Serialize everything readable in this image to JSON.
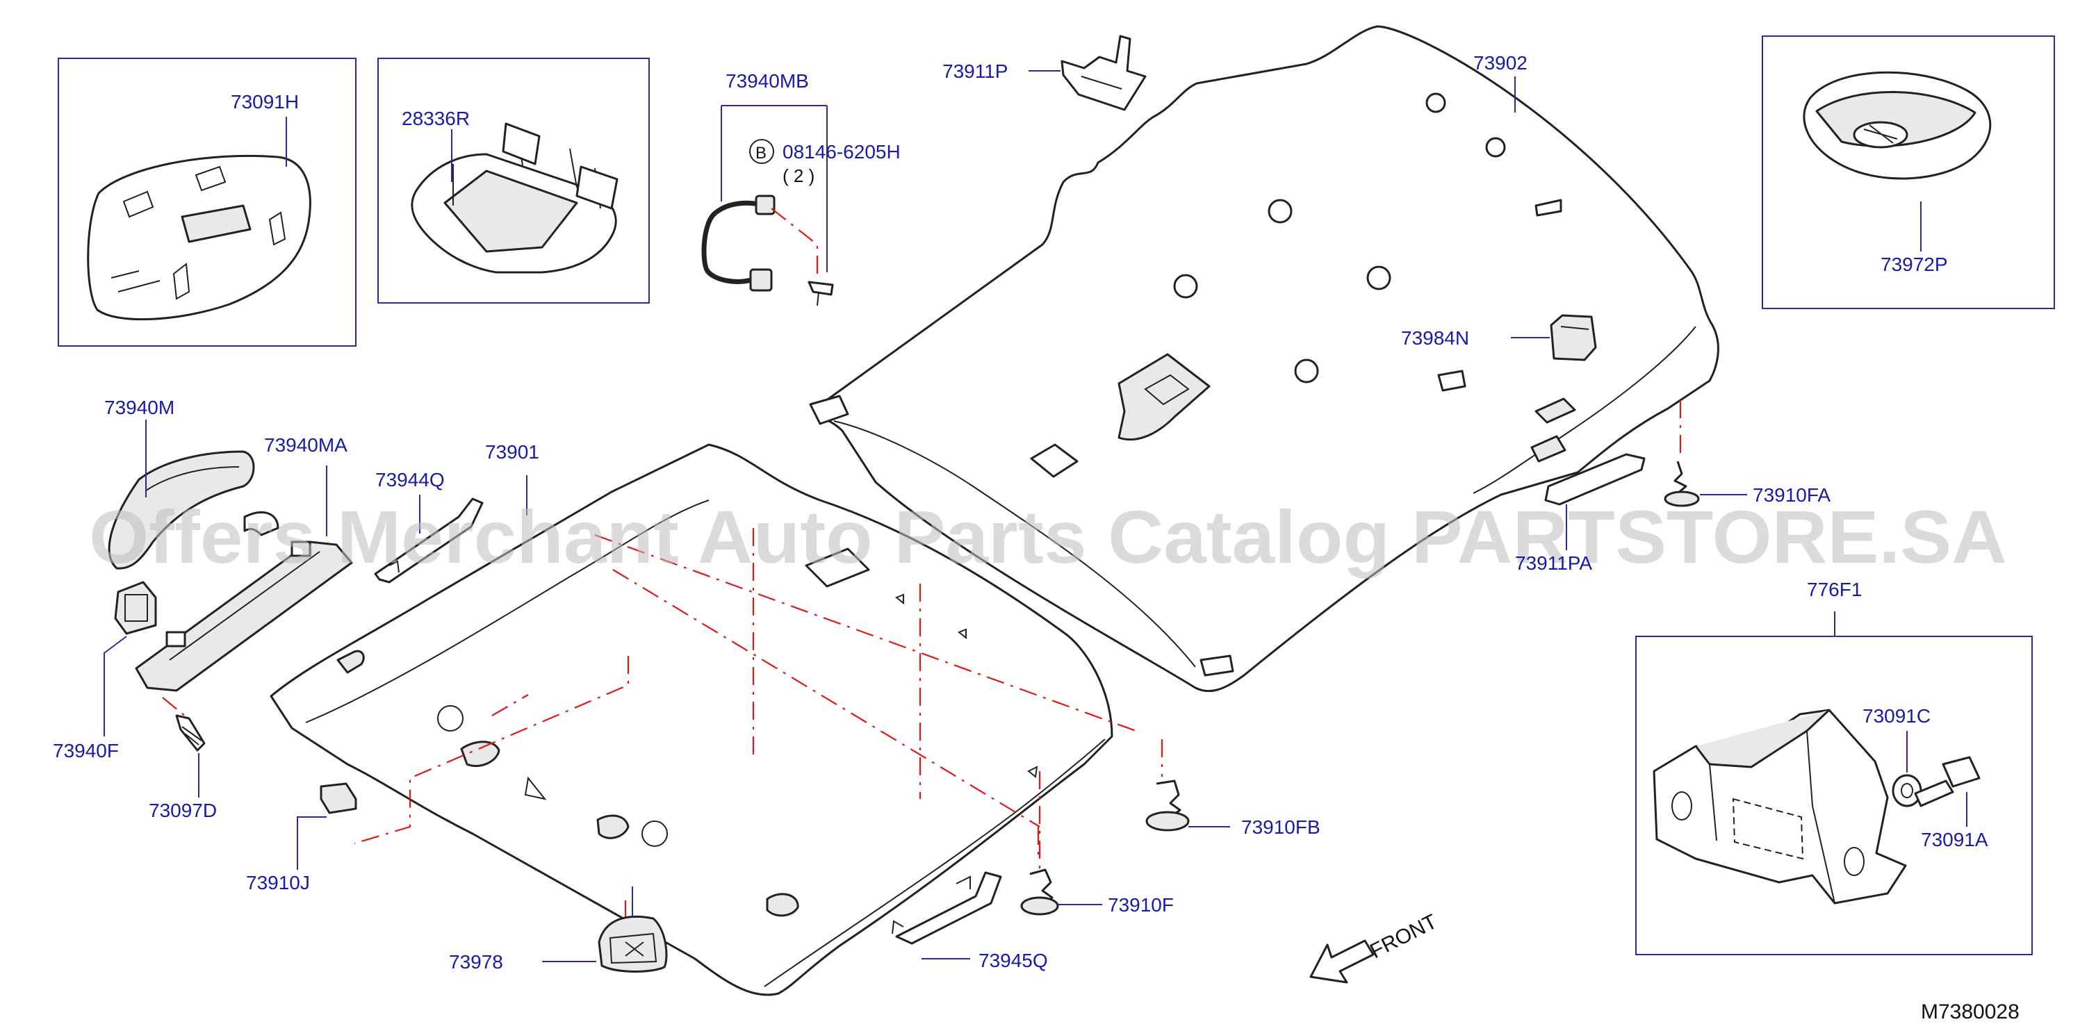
{
  "labels": {
    "p73091H": "73091H",
    "p28336R": "28336R",
    "p73940MB": "73940MB",
    "p08146": "08146-6205H",
    "qty": "( 2 )",
    "bolt_symbol": "B",
    "p73911P": "73911P",
    "p73902": "73902",
    "p73972P": "73972P",
    "p73984N": "73984N",
    "p73910FA": "73910FA",
    "p73911PA": "73911PA",
    "p776F1": "776F1",
    "p73091C": "73091C",
    "p73091A": "73091A",
    "p73940M": "73940M",
    "p73940MA": "73940MA",
    "p73944Q": "73944Q",
    "p73901": "73901",
    "p73940F": "73940F",
    "p73097D": "73097D",
    "p73910J": "73910J",
    "p73978": "73978",
    "p73945Q": "73945Q",
    "p73910F": "73910F",
    "p73910FB": "73910FB",
    "front": "FRONT",
    "diagram_code": "M7380028"
  },
  "watermark": "Offers Merchant Auto Parts Catalog PARTSTORE.SA",
  "colors": {
    "label_blue": "#1a1aa8",
    "leader_blue": "#2a2aa0",
    "dash_red": "#e01818",
    "line_dark": "#222222",
    "watermark_gray": "#bdbdbd"
  }
}
